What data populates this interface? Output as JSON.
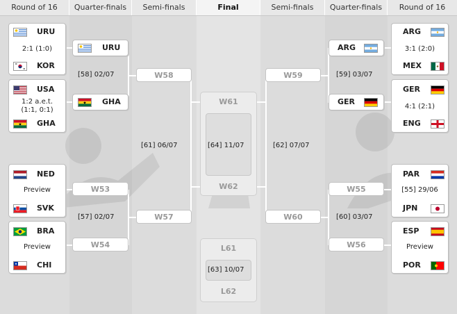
{
  "header": {
    "round16_left": "Round of 16",
    "qf_left": "Quarter-finals",
    "sf_left": "Semi-finals",
    "final": "Final",
    "sf_right": "Semi-finals",
    "qf_right": "Quarter-finals",
    "round16_right": "Round of 16"
  },
  "r16": {
    "m1": {
      "team1": "URU",
      "team2": "KOR",
      "result": "2:1 (1:0)"
    },
    "m2": {
      "team1": "USA",
      "team2": "GHA",
      "result_line1": "1:2 a.e.t.",
      "result_line2": "(1:1, 0:1)"
    },
    "m3": {
      "team1": "NED",
      "team2": "SVK",
      "result": "Preview"
    },
    "m4": {
      "team1": "BRA",
      "team2": "CHI",
      "result": "Preview"
    },
    "m5": {
      "team1": "ARG",
      "team2": "MEX",
      "result": "3:1 (2:0)"
    },
    "m6": {
      "team1": "GER",
      "team2": "ENG",
      "result": "4:1 (2:1)"
    },
    "m7": {
      "team1": "PAR",
      "team2": "JPN",
      "result": "[55] 29/06"
    },
    "m8": {
      "team1": "ESP",
      "team2": "POR",
      "result": "Preview"
    }
  },
  "qf": {
    "l1_team": "URU",
    "l1_info": "[58] 02/07",
    "l2_team": "GHA",
    "l3": "W53",
    "l3_info": "[57] 02/07",
    "l4": "W54",
    "r1_team": "ARG",
    "r1_info": "[59] 03/07",
    "r2_team": "GER",
    "r3": "W55",
    "r3_info": "[60] 03/07",
    "r4": "W56"
  },
  "sf": {
    "l1": "W58",
    "l_info": "[61] 06/07",
    "l2": "W57",
    "r1": "W59",
    "r_info": "[62] 07/07",
    "r2": "W60"
  },
  "final": {
    "top": "W61",
    "info": "[64] 11/07",
    "bottom": "W62",
    "third_top": "L61",
    "third_info": "[63] 10/07",
    "third_bottom": "L62"
  }
}
